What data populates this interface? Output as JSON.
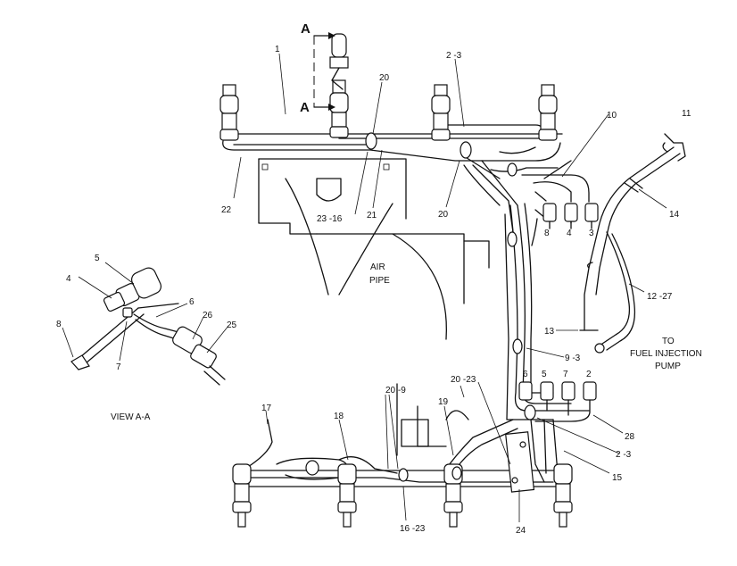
{
  "diagram": {
    "section_marker": "A",
    "view_title": "VIEW A-A",
    "air_pipe_label": [
      "AIR",
      "PIPE"
    ],
    "destination_label": [
      "TO",
      "FUEL INJECTION",
      "PUMP"
    ],
    "callouts": {
      "c1": "1",
      "c2_3_top": "2 -3",
      "c20_a": "20",
      "c20_b": "20",
      "c22": "22",
      "c23_16": "23 -16",
      "c21": "21",
      "c10": "10",
      "c11": "11",
      "c14": "14",
      "c8_top": "8",
      "c4_top": "4",
      "c3_top": "3",
      "c12_27": "12 -27",
      "c13": "13",
      "c9_3": "9 -3",
      "c5": "5",
      "c4_view": "4",
      "c6": "6",
      "c8_view": "8",
      "c7": "7",
      "c26": "26",
      "c25": "25",
      "c6_low": "6",
      "c5_low": "5",
      "c7_low": "7",
      "c2_low": "2",
      "c20_23": "20 -23",
      "c20_9": "20 -9",
      "c19": "19",
      "c28": "28",
      "c2_3_low": "2 -3",
      "c17": "17",
      "c18": "18",
      "c15": "15",
      "c16_23": "16 -23",
      "c24": "24"
    }
  }
}
